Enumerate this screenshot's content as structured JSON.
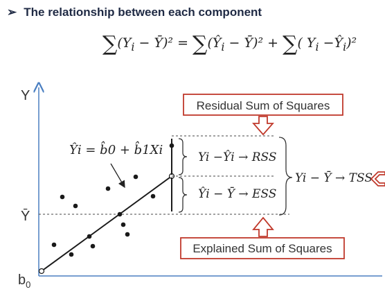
{
  "heading": {
    "bullet": "➢",
    "text": "The relationship between each component"
  },
  "formula": {
    "sum1": "∑",
    "lhs": "(Y",
    "lhs_sub": "i",
    "lhs_rest": " − Ȳ)² = ",
    "sum2": "∑",
    "mid": "(Ŷ",
    "mid_sub": "i",
    "mid_rest": " − Ȳ)² + ",
    "sum3": "∑",
    "rhs": "( Y",
    "rhs_sub": "i",
    "rhs_rest": " −Ŷ",
    "rhs_sub2": "i",
    "rhs_end": ")²"
  },
  "axes": {
    "y_label": "Y",
    "ybar_label": "Ȳ",
    "b0_label": "b",
    "b0_sub": "0"
  },
  "regression_eq": "Ŷi = b̂0 + b̂1Xi",
  "labels": {
    "rss_box": "Residual Sum of Squares",
    "ess_box": "Explained Sum of Squares",
    "rss_expr": "Yi −Ŷi → RSS",
    "ess_expr": "Ŷi − Ȳ → ESS",
    "tss_expr": "Yi − Ȳ → TSS"
  },
  "colors": {
    "axis": "#4a7fc1",
    "box_border": "#c0392b",
    "arrow": "#c0392b",
    "points": "#1a1a1a"
  },
  "points": [
    {
      "x": 0.1,
      "y": 1.0
    },
    {
      "x": 0.22,
      "y": 0.75
    },
    {
      "x": 0.3,
      "y": 1.2
    },
    {
      "x": 0.42,
      "y": 0.85
    },
    {
      "x": 0.38,
      "y": 1.9
    },
    {
      "x": 0.52,
      "y": 2.55
    },
    {
      "x": 0.6,
      "y": 3.05
    },
    {
      "x": 0.7,
      "y": 4.2
    },
    {
      "x": 0.82,
      "y": 2.6
    },
    {
      "x": 0.85,
      "y": 2.1
    },
    {
      "x": 0.95,
      "y": 4.75
    },
    {
      "x": 0.32,
      "y": 4.25
    },
    {
      "x": 1.15,
      "y": 4.55
    }
  ]
}
